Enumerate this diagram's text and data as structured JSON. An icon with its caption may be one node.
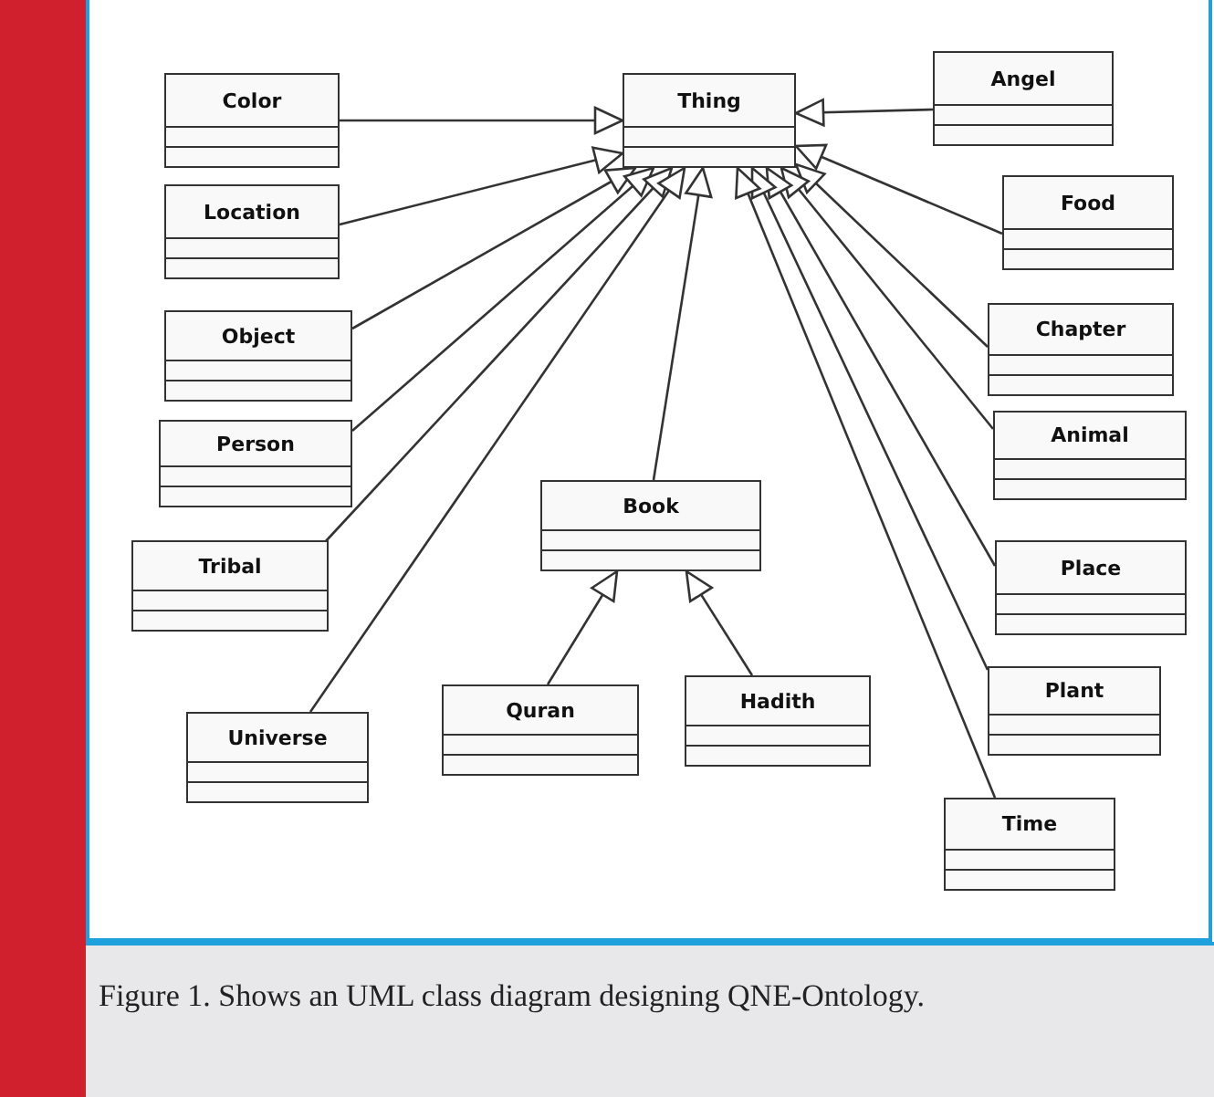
{
  "diagram": {
    "caption": "Figure 1. Shows an UML class diagram designing QNE-Ontology.",
    "nodes": [
      {
        "text": [
          "Thing"
        ]
      },
      {
        "text": [
          "Color"
        ]
      },
      {
        "text": [
          "Angel"
        ]
      },
      {
        "text": [
          "Location"
        ]
      },
      {
        "text": [
          "Food"
        ]
      },
      {
        "text": [
          "Object"
        ]
      },
      {
        "text": [
          "Chapter"
        ]
      },
      {
        "text": [
          "Person"
        ]
      },
      {
        "text": [
          "Animal"
        ]
      },
      {
        "text": [
          "Tribal"
        ]
      },
      {
        "text": [
          "Book"
        ]
      },
      {
        "text": [
          "Place"
        ]
      },
      {
        "text": [
          "Universe"
        ]
      },
      {
        "text": [
          "Quran"
        ]
      },
      {
        "text": [
          "Hadith"
        ]
      },
      {
        "text": [
          "Plant"
        ]
      },
      {
        "text": [
          "Time"
        ]
      }
    ],
    "edges": [
      {
        "from": 1,
        "to": 0,
        "arrow": "to"
      },
      {
        "from": 2,
        "to": 0,
        "arrow": "to"
      },
      {
        "from": 3,
        "to": 0,
        "arrow": "to"
      },
      {
        "from": 4,
        "to": 0,
        "arrow": "to"
      },
      {
        "from": 5,
        "to": 0,
        "arrow": "to"
      },
      {
        "from": 6,
        "to": 0,
        "arrow": "to"
      },
      {
        "from": 7,
        "to": 0,
        "arrow": "to"
      },
      {
        "from": 8,
        "to": 0,
        "arrow": "to"
      },
      {
        "from": 9,
        "to": 0,
        "arrow": "to"
      },
      {
        "from": 10,
        "to": 0,
        "arrow": "to"
      },
      {
        "from": 11,
        "to": 0,
        "arrow": "to"
      },
      {
        "from": 12,
        "to": 0,
        "arrow": "to"
      },
      {
        "from": 13,
        "to": 10,
        "arrow": "to"
      },
      {
        "from": 14,
        "to": 10,
        "arrow": "to"
      },
      {
        "from": 15,
        "to": 0,
        "arrow": "to"
      },
      {
        "from": 16,
        "to": 0,
        "arrow": "to"
      }
    ]
  }
}
